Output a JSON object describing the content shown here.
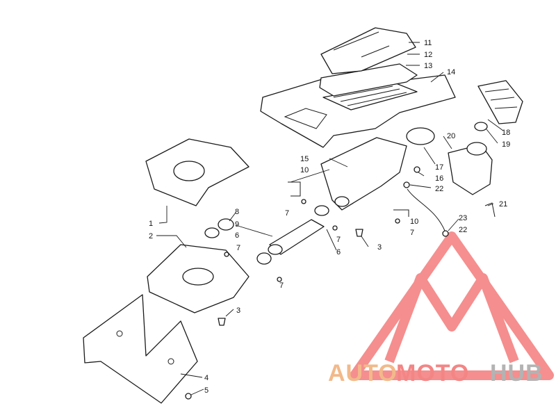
{
  "callouts": {
    "c1": "1",
    "c2": "2",
    "c3a": "3",
    "c3b": "3",
    "c4": "4",
    "c5": "5",
    "c6a": "6",
    "c6b": "6",
    "c7a": "7",
    "c7b": "7",
    "c7c": "7",
    "c7d": "7",
    "c7e": "7",
    "c8": "8",
    "c9": "9",
    "c10a": "10",
    "c10b": "10",
    "c11": "11",
    "c12": "12",
    "c13": "13",
    "c14": "14",
    "c15": "15",
    "c16": "16",
    "c17": "17",
    "c18": "18",
    "c19": "19",
    "c20": "20",
    "c21": "21",
    "c22a": "22",
    "c22b": "22",
    "c23": "23"
  },
  "watermark": {
    "word_auto": "AUTO",
    "word_moto": "MOTO",
    "word_hub": "HUB",
    "color_auto": "#f2b98a",
    "color_moto": "#f48585",
    "color_hub": "#b3b3b3",
    "logo_color": "#f47b7b"
  }
}
